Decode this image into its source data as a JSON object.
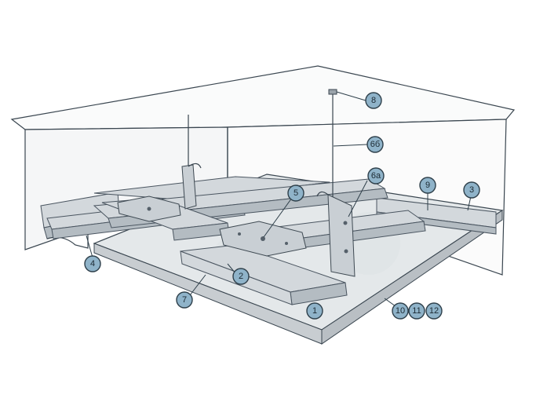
{
  "diagram": {
    "callouts": [
      {
        "id": "c1",
        "label": "1"
      },
      {
        "id": "c2",
        "label": "2"
      },
      {
        "id": "c3",
        "label": "3"
      },
      {
        "id": "c4",
        "label": "4"
      },
      {
        "id": "c5",
        "label": "5"
      },
      {
        "id": "c6a",
        "label": "6a"
      },
      {
        "id": "c6b",
        "label": "6б"
      },
      {
        "id": "c7",
        "label": "7"
      },
      {
        "id": "c8",
        "label": "8"
      },
      {
        "id": "c9",
        "label": "9"
      },
      {
        "id": "c10",
        "label": "10"
      },
      {
        "id": "c11",
        "label": "11"
      },
      {
        "id": "c12",
        "label": "12"
      }
    ],
    "colors": {
      "callout_fill": "#8fb3c9",
      "board": "#e4e8ea",
      "profile": "#d3d8dc",
      "line": "#3a4650"
    }
  }
}
